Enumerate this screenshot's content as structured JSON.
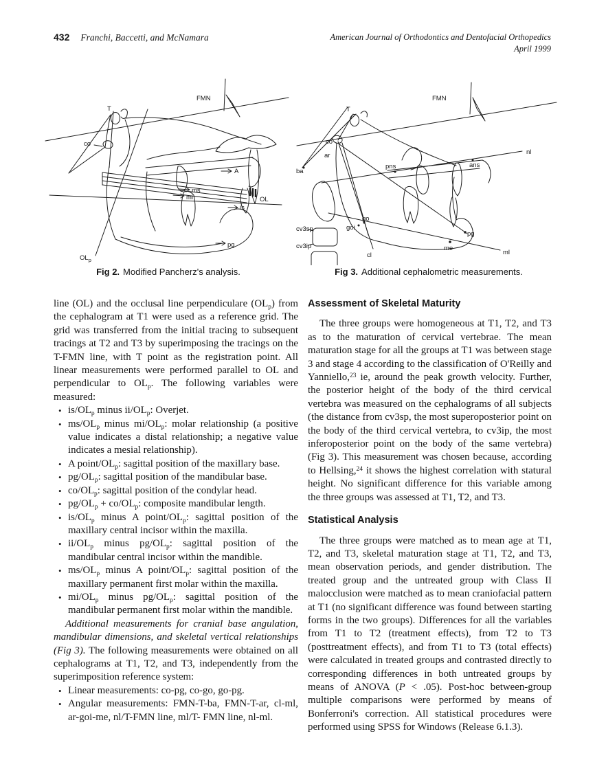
{
  "header": {
    "page_number": "432",
    "authors": "Franchi, Baccetti, and McNamara",
    "journal": "American Journal of Orthodontics and Dentofacial Orthopedics",
    "issue": "April 1999"
  },
  "figures": [
    {
      "caption_label": "Fig 2.",
      "caption": "Modified Pancherz's analysis.",
      "labels": {
        "fmn": "FMN",
        "t": "T",
        "co": "co",
        "a": "A",
        "ol": "OL",
        "is": "is",
        "ms": "ms",
        "mi": "mi",
        "pg": "pg",
        "olp_main": "OL",
        "olp_sub": "p"
      }
    },
    {
      "caption_label": "Fig 3.",
      "caption": "Additional cephalometric measurements.",
      "labels": {
        "fmn": "FMN",
        "t": "T",
        "co": "co",
        "ar": "ar",
        "ba": "ba",
        "pns": "pns",
        "ans": "ans",
        "nl": "nl",
        "go": "go",
        "goi": "goi",
        "cl": "cl",
        "cv3sp": "cv3sp",
        "cv3ip": "cv3ip",
        "me": "me",
        "pg": "pg",
        "ml": "ml"
      }
    }
  ],
  "left_column": {
    "para1": "line (OL) and the occlusal line perpendiculare (OL~p~) from the cephalogram at T1 were used as a reference grid. The grid was transferred from the initial tracing to subsequent tracings at T2 and T3 by superimposing the tracings on the T-FMN line, with T point as the registration point. All linear measurements were performed parallel to OL and perpendicular to OL~p~. The following variables were measured:",
    "bullets": [
      "is/OL~p~ minus ii/OL~p~: Overjet.",
      "ms/OL~p~ minus mi/OL~p~: molar relationship (a positive value indicates a distal relationship; a negative value indicates a mesial relationship).",
      "A point/OL~p~: sagittal position of the maxillary base.",
      "pg/OL~p~: sagittal position of the mandibular base.",
      "co/OL~p~: sagittal position of the condylar head.",
      "pg/OL~p~ + co/OL~p~: composite mandibular length.",
      "is/OL~p~ minus A point/OL~p~: sagittal position of the maxillary central incisor within the maxilla.",
      "ii/OL~p~ minus pg/OL~p~: sagittal position of the mandibular central incisor within the mandible.",
      "ms/OL~p~ minus A point/OL~p~: sagittal position of the maxillary permanent first molar within the maxilla.",
      "mi/OL~p~ minus pg/OL~p~: sagittal position of the mandibular permanent first molar within the mandible."
    ],
    "para2": "*Additional measurements for cranial base angulation, mandibular dimensions, and skeletal vertical relationships (Fig 3).* The following measurements were obtained on all cephalograms at T1, T2, and T3, independently from the superimposition reference system:",
    "bullets2": [
      "Linear measurements: co-pg, co-go, go-pg.",
      "Angular measurements: FMN-T-ba, FMN-T-ar, cl-ml, ar-goi-me, nl/T-FMN line, ml/T- FMN line, nl-ml."
    ]
  },
  "right_column": {
    "heading1": "Assessment of Skeletal Maturity",
    "para1": "The three groups were homogeneous at T1, T2, and T3 as to the maturation of cervical vertebrae. The mean maturation stage for all the groups at T1 was between stage 3 and stage 4 according to the classification of O'Reilly and Yanniello,^23^ ie, around the peak growth velocity. Further, the posterior height of the body of the third cervical vertebra was measured on the cephalograms of all subjects (the distance from cv3sp, the most superoposterior point on the body of the third cervical vertebra, to cv3ip, the most inferoposterior point on the body of the same vertebra) (Fig 3). This measurement was chosen because, according to Hellsing,^24^ it shows the highest correlation with statural height. No significant difference for this variable among the three groups was assessed at T1, T2, and T3.",
    "heading2": "Statistical Analysis",
    "para2": "The three groups were matched as to mean age at T1, T2, and T3, skeletal maturation stage at T1, T2, and T3, mean observation periods, and gender distribution. The treated group and the untreated group with Class II malocclusion were matched as to mean craniofacial pattern at T1 (no significant difference was found between starting forms in the two groups). Differences for all the variables from T1 to T2 (treatment effects), from T2 to T3 (posttreatment effects), and from T1 to T3 (total effects) were calculated in treated groups and contrasted directly to corresponding differences in both untreated groups by means of ANOVA (*P* < .05). Post-hoc between-group multiple comparisons were performed by means of Bonferroni's correction. All statistical procedures were performed using SPSS for Windows (Release 6.1.3)."
  }
}
